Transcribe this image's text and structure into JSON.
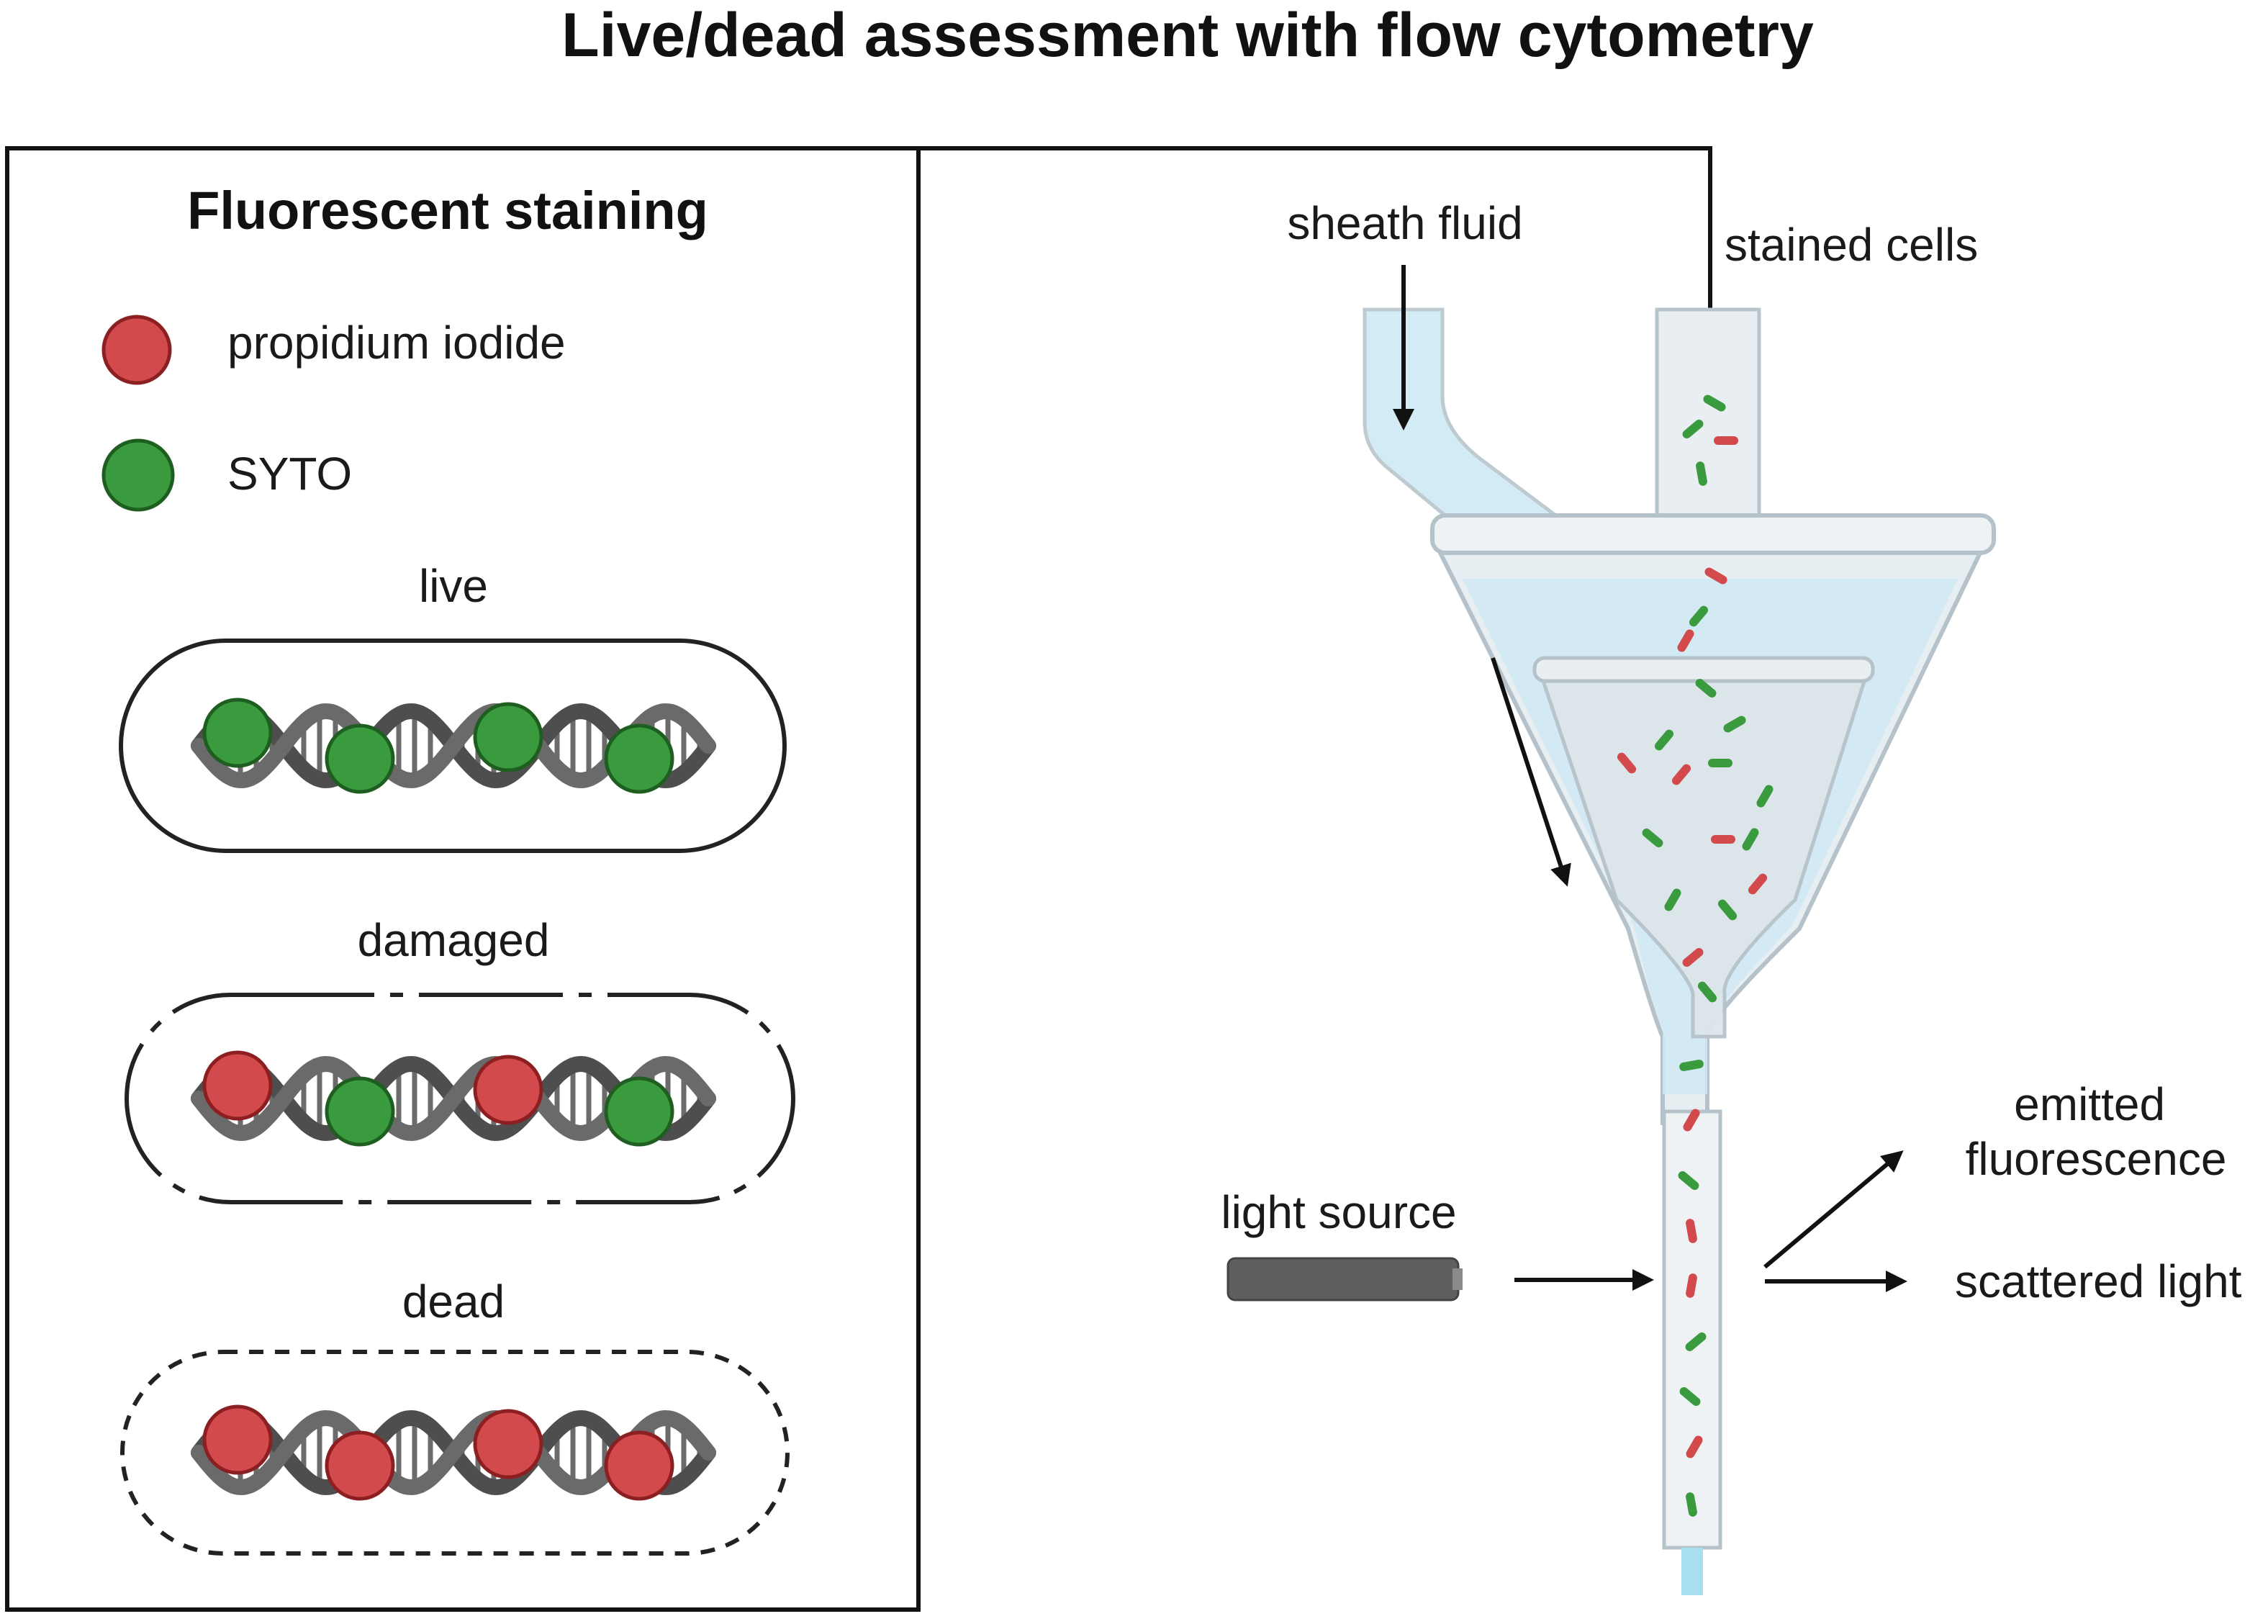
{
  "title": "Live/dead assessment with flow cytometry",
  "panel": {
    "heading": "Fluorescent staining",
    "legend": [
      {
        "label": "propidium iodide",
        "color": "#d24a4c"
      },
      {
        "label": "SYTO",
        "color": "#3a9a3e"
      }
    ],
    "cells": [
      {
        "label": "live",
        "stains": [
          "green",
          "green",
          "green",
          "green"
        ],
        "membrane": "intact"
      },
      {
        "label": "damaged",
        "stains": [
          "red",
          "green",
          "red",
          "green"
        ],
        "membrane": "dash-dot"
      },
      {
        "label": "dead",
        "stains": [
          "red",
          "red",
          "red",
          "red"
        ],
        "membrane": "dashed"
      }
    ]
  },
  "cytometer": {
    "sheath_fluid": "sheath fluid",
    "stained_cells": "stained cells",
    "light_source": "light source",
    "emitted_fluorescence": [
      "emitted",
      "fluorescence"
    ],
    "scattered_light": "scattered light"
  },
  "colors": {
    "red": "#d24a4c",
    "red_stroke": "#8c1f22",
    "green": "#3a9a3e",
    "green_stroke": "#1e5e20",
    "fluid": "#cfe9f4",
    "dna": "#5a5a5a"
  }
}
